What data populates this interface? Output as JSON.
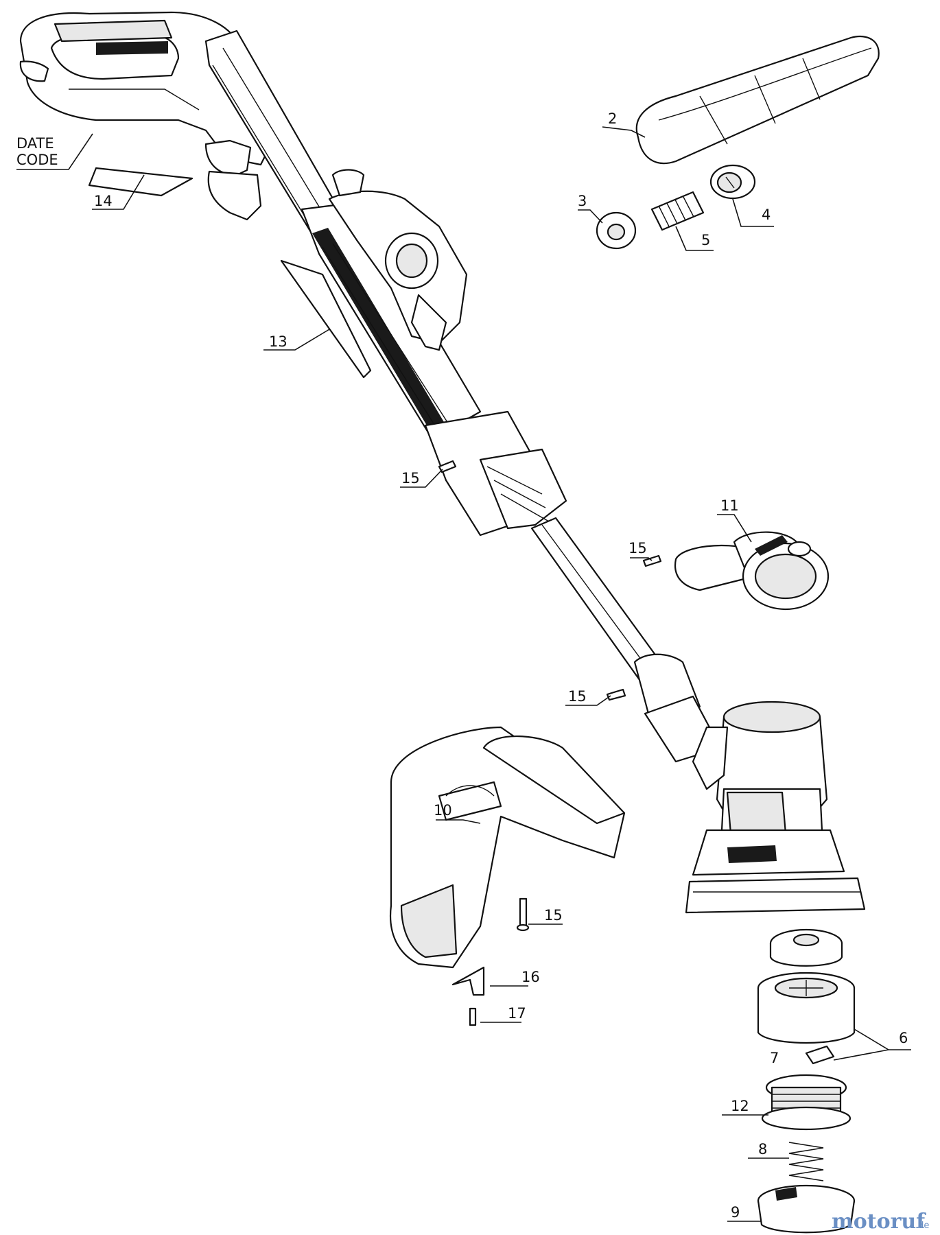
{
  "diagram": {
    "callouts": [
      {
        "id": "date_code_line1",
        "text": "DATE"
      },
      {
        "id": "date_code_line2",
        "text": "CODE"
      },
      {
        "id": "c14",
        "text": "14"
      },
      {
        "id": "c13",
        "text": "13"
      },
      {
        "id": "c2",
        "text": "2"
      },
      {
        "id": "c3",
        "text": "3"
      },
      {
        "id": "c4",
        "text": "4"
      },
      {
        "id": "c5",
        "text": "5"
      },
      {
        "id": "c15a",
        "text": "15"
      },
      {
        "id": "c11",
        "text": "11"
      },
      {
        "id": "c15b",
        "text": "15"
      },
      {
        "id": "c15c",
        "text": "15"
      },
      {
        "id": "c10",
        "text": "10"
      },
      {
        "id": "c15d",
        "text": "15"
      },
      {
        "id": "c16",
        "text": "16"
      },
      {
        "id": "c17",
        "text": "17"
      },
      {
        "id": "c6",
        "text": "6"
      },
      {
        "id": "c7",
        "text": "7"
      },
      {
        "id": "c12",
        "text": "12"
      },
      {
        "id": "c8",
        "text": "8"
      },
      {
        "id": "c9",
        "text": "9"
      }
    ],
    "watermark": {
      "brand": "motoruf",
      "suffix": ".de"
    }
  }
}
